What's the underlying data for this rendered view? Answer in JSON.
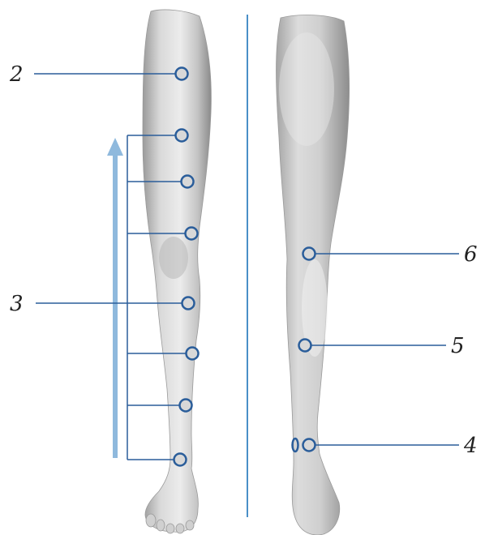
{
  "colors": {
    "line": "#2a5d9a",
    "marker_fill": "#d8d8d8",
    "divider": "#4a8fc7",
    "arrow": "#8fb9dd",
    "skin_light": "#e6e6e6",
    "skin_mid": "#bdbdbd",
    "skin_dark": "#8a8a8a"
  },
  "labels": {
    "two": "2",
    "three": "3",
    "four": "4",
    "five": "5",
    "six": "6"
  },
  "icons": {
    "front_leg": "leg-front-view-illustration",
    "back_leg": "leg-back-view-illustration",
    "arrow": "upward-arrow",
    "marker": "circle-marker"
  }
}
